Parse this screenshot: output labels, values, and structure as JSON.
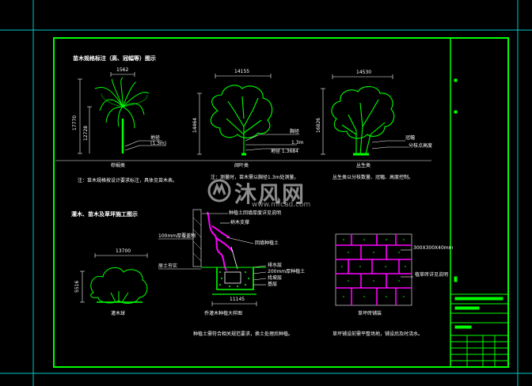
{
  "colors": {
    "background": "#000000",
    "frame": "#00ff00",
    "cyan_border": "#00c8c8",
    "text": "#ffffff",
    "dims": "#ffffff",
    "hatch": "#ff00ff"
  },
  "sections": {
    "trees_title": "苗木规格标注（高、冠幅等）图示",
    "shrub_title": "灌木、苗木及草坪施工图示"
  },
  "trees": [
    {
      "label": "棕榈类",
      "width_dim": "1562",
      "height_dim": "17770",
      "height_dim2": "12728",
      "leader1": "地径",
      "leader2": "(1.3m)"
    },
    {
      "label": "阔叶类",
      "width_dim": "14155",
      "height_dim": "14464",
      "leader1": "胸径",
      "leader2": "1.3m",
      "leader3": "地径 1.3684"
    },
    {
      "label": "丛生类",
      "width_dim": "14530",
      "height_dim": "16826",
      "leader1": "冠幅",
      "leader2": "分枝点高度"
    }
  ],
  "shrub": {
    "label": "灌木球",
    "width_dim": "13700",
    "height_dim": "5516"
  },
  "notes": {
    "note1": "注：苗木规格按设计要求标注，具体见苗木表。",
    "note2": "注：测量时，苗木需以胸径1.3m处测量。",
    "note3": "丛生类以分枝数量、冠幅、高度控制。",
    "note4": "种植土需符合相关规范要求，换土处理后种植。",
    "note5": "草坪铺设前需平整场地，铺设后及时浇水。"
  },
  "section_view": {
    "label": "乔灌木种植大样图",
    "width_dim": "11145",
    "callouts": [
      "种植土回填厚度详见说明",
      "树木支撑",
      "回填种植土",
      "100mm厚覆盖物",
      "原土夯实",
      "排水层",
      "200mm厚种植土",
      "找坡层",
      "基层"
    ]
  },
  "paving": {
    "label": "草坪砖铺装",
    "callouts": [
      "300X300X40mm",
      "植草砖详见说明"
    ]
  },
  "title_block": {
    "rows": [
      "",
      "",
      "",
      "",
      "",
      ""
    ]
  },
  "watermark": {
    "text": "沐风网",
    "url": "www.mfcad.com"
  }
}
